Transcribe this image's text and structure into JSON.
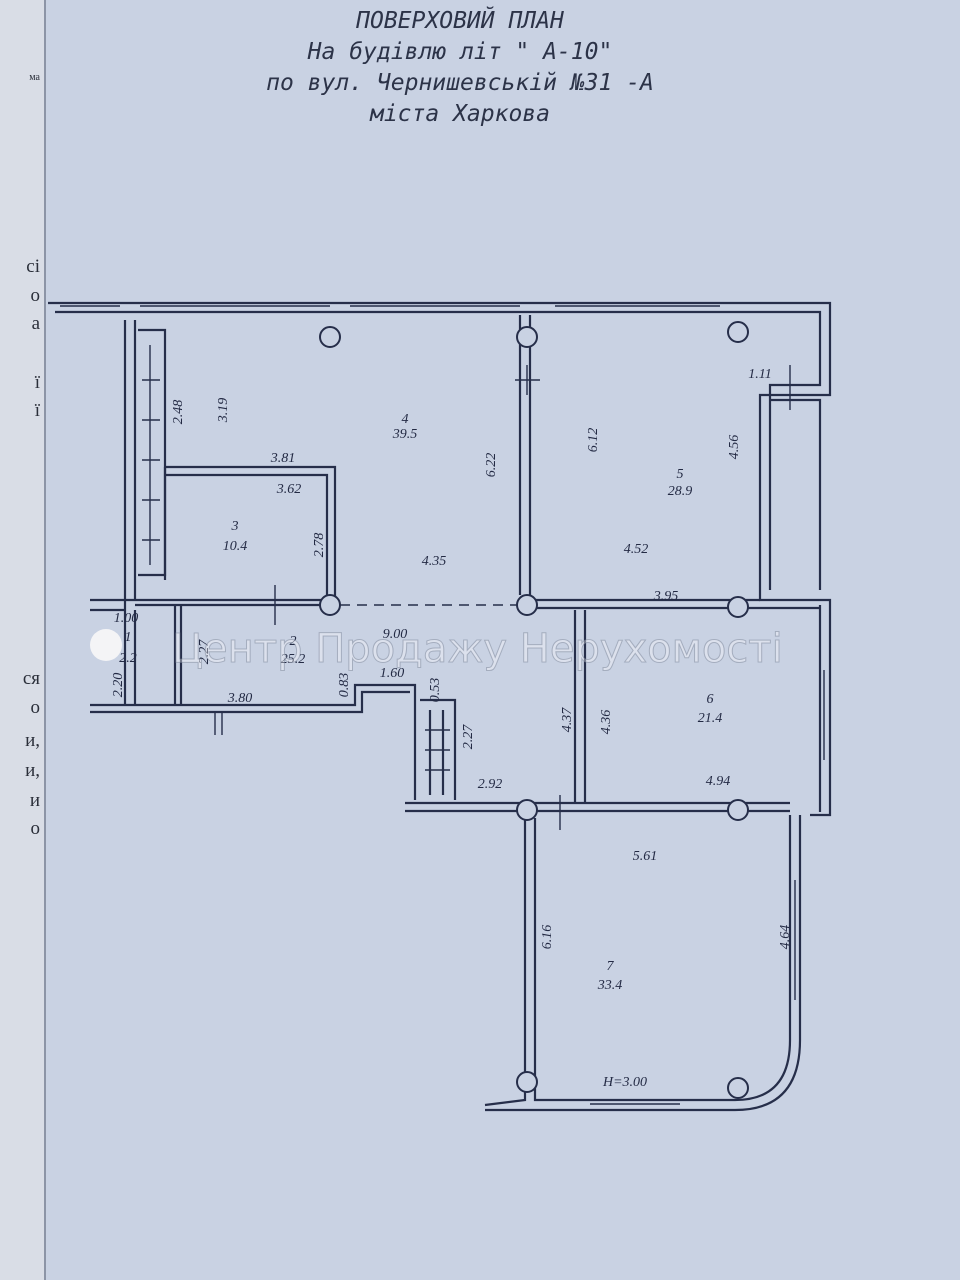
{
  "title": {
    "line1": "ПОВЕРХОВИЙ ПЛАН",
    "line2": "На будівлю літ \" А-10\"",
    "line3": "по вул. Чернишевській №31 -А",
    "line4": "міста Харкова"
  },
  "left_page_fragments": [
    "ма",
    "сі",
    "о",
    "а",
    "ї",
    "ї",
    "ся",
    "о",
    "и,",
    "и,",
    "и",
    "о"
  ],
  "rooms": [
    {
      "number": "1",
      "area": "2.2"
    },
    {
      "number": "2",
      "area": "25.2"
    },
    {
      "number": "3",
      "area": "10.4"
    },
    {
      "number": "4",
      "area": "39.5"
    },
    {
      "number": "5",
      "area": "28.9"
    },
    {
      "number": "6",
      "area": "21.4"
    },
    {
      "number": "7",
      "area": "33.4"
    }
  ],
  "dimensions": [
    "2.48",
    "3.19",
    "3.81",
    "3.62",
    "2.78",
    "6.22",
    "4.35",
    "6.12",
    "4.52",
    "4.56",
    "1.11",
    "3.95",
    "1.00",
    "2.27",
    "9.00",
    "2.20",
    "3.80",
    "0.83",
    "1.60",
    "0.53",
    "2.27",
    "4.37",
    "4.36",
    "4.94",
    "2.92",
    "5.61",
    "6.16",
    "4.64"
  ],
  "ceiling_height": "H=3.00",
  "watermark": "Центр Продажу Нерухомості",
  "colors": {
    "paper": "#c9d2e3",
    "ink": "#262e4a"
  }
}
